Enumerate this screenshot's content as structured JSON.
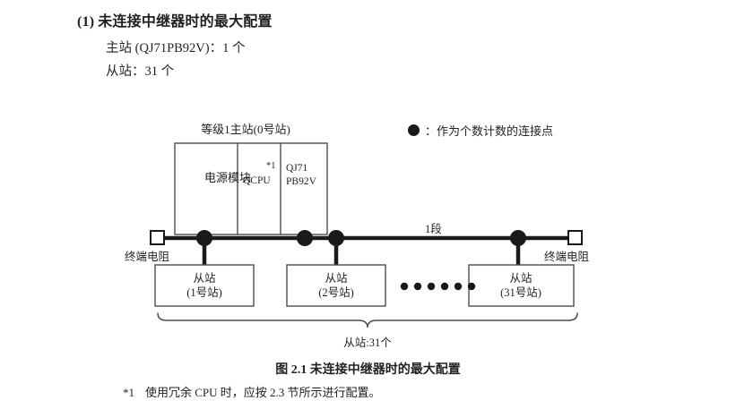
{
  "heading": {
    "number": "(1)",
    "text": "未连接中继器时的最大配置"
  },
  "spec": {
    "master": "主站 (QJ71PB92V)：1 个",
    "slave": "从站：31 个"
  },
  "legend": {
    "symbol": "●",
    "text": "：作为个数计数的连接点"
  },
  "diagram": {
    "rack_title": "等级1主站(0号站)",
    "modules": [
      {
        "name": "power-module",
        "label": "电源模块"
      },
      {
        "name": "cpu-module",
        "label": "QCPU",
        "note": "*1"
      },
      {
        "name": "network-module",
        "label": "QJ71\nPB92V",
        "line1": "QJ71",
        "line2": "PB92V"
      }
    ],
    "segment_label": "1段",
    "terminator_left": "终端电阻",
    "terminator_right": "终端电阻",
    "slaves": [
      {
        "title": "从站",
        "station": "(1号站)"
      },
      {
        "title": "从站",
        "station": "(2号站)"
      },
      {
        "title": "从站",
        "station": "(31号站)"
      }
    ],
    "ellipsis_dots": 6,
    "brace_caption": "从站:31个"
  },
  "caption": "图 2.1  未连接中继器时的最大配置",
  "footnote": {
    "mark": "*1",
    "text": "使用冗余 CPU 时，应按 2.3 节所示进行配置。"
  },
  "colors": {
    "ink": "#231f20",
    "line": "#1a1a1a",
    "box_border": "#4d4d4d"
  }
}
